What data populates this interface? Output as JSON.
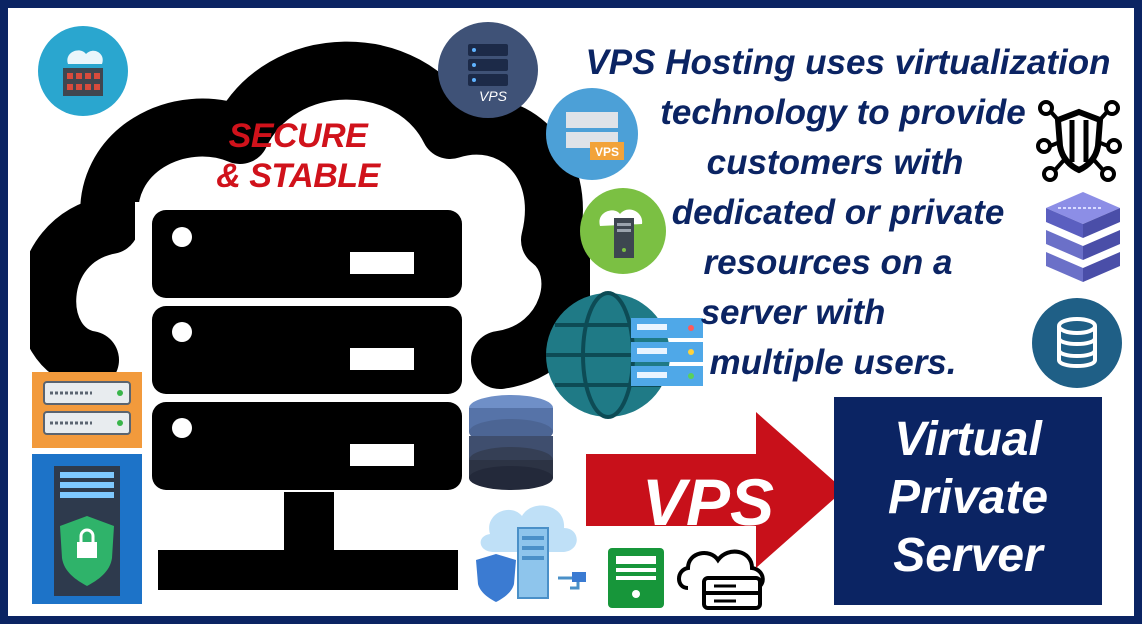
{
  "tagline": {
    "line1": "SECURE",
    "line2": "& STABLE"
  },
  "description": {
    "lines": [
      "VPS Hosting uses virtualization",
      "technology to provide",
      "customers with",
      "dedicated or private",
      "resources on a",
      "server with",
      "multiple users."
    ]
  },
  "arrow": {
    "label": "VPS"
  },
  "box": {
    "line1": "Virtual",
    "line2": "Private",
    "line3": "Server"
  },
  "icons": {
    "small_vps_label": "VPS",
    "small_server_label": "VPS"
  },
  "colors": {
    "navy": "#0b2463",
    "red": "#d0121b",
    "black": "#000000"
  }
}
